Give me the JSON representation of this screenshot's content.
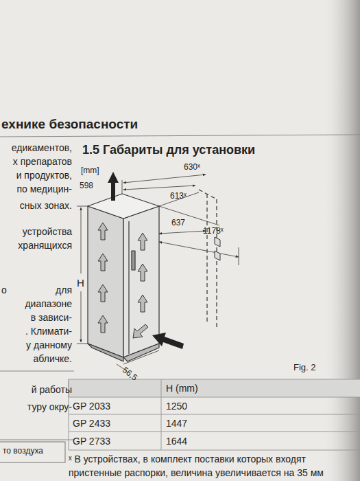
{
  "diagram": {
    "title": "1.5 Габариты для установки",
    "labels": [
      "ехнике безопасности",
      "едикаментов,",
      "х препаратов",
      "и продуктов,",
      "по медицин-",
      "сных зонах.",
      "устройства",
      "хранящихся",
      "о",
      "для",
      "диапазоне",
      "в зависи-",
      ". Климати-",
      "у данному",
      "абличке.",
      "й работы",
      "туру окру-",
      "то воздуха",
      "[mm]",
      "598",
      "630ˣ",
      "613ˣ",
      "637",
      "1178ˣ",
      "H",
      "56,5",
      "Fig. 2",
      "H (mm)",
      "GP 2033",
      "1250",
      "GP 2433",
      "1447",
      "GP 2733",
      "1644",
      "ˣ В устройствах, в комплект поставки которых входят пристенные распорки, величина увеличивается на 35 мм"
    ]
  }
}
